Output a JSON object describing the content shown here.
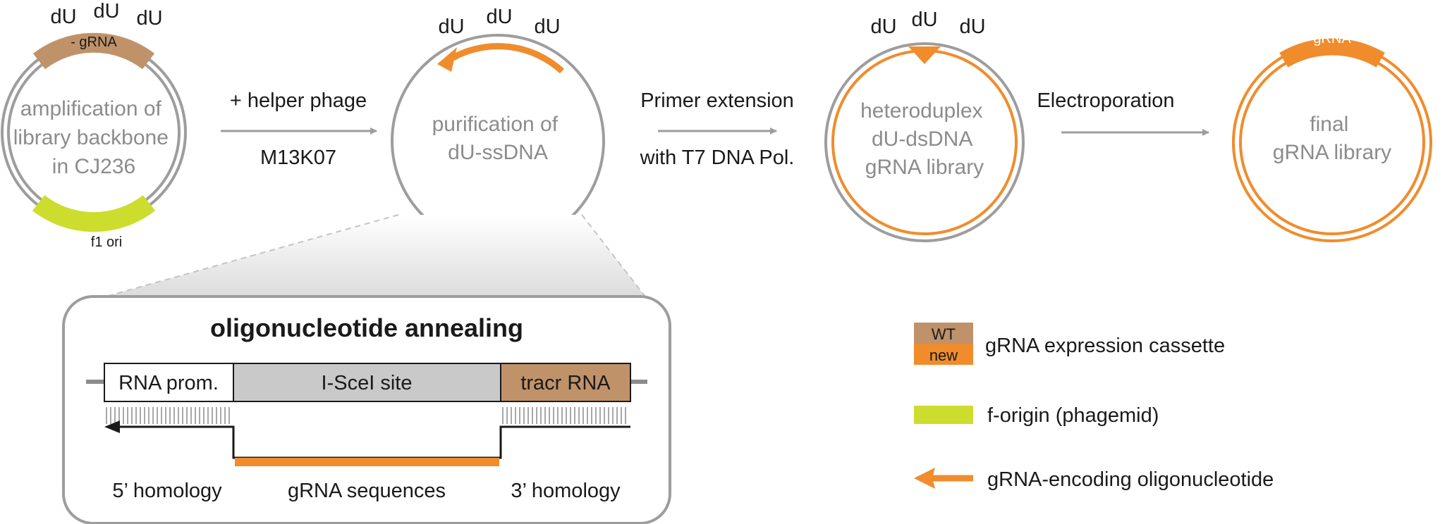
{
  "colors": {
    "backbone_gray": "#9d9d9d",
    "gRNA_wt_brown": "#c0926a",
    "gRNA_new_orange": "#f08c2c",
    "f1_ori_yellow": "#cddd2e",
    "iscei_gray": "#c9c9c9",
    "label_gray": "#8c8c8c",
    "text_dark": "#1a1a1a"
  },
  "plasmid1": {
    "du_labels": [
      "dU",
      "dU",
      "dU"
    ],
    "grna_segment_label": "- gRNA",
    "ori_segment_label": "f1 ori",
    "text_lines": [
      "amplification of",
      "library backbone",
      "in CJ236"
    ]
  },
  "step1": {
    "top": "+ helper phage",
    "bottom": "M13K07"
  },
  "plasmid2": {
    "du_labels": [
      "dU",
      "dU",
      "dU"
    ],
    "text_lines": [
      "purification of",
      "dU-ssDNA"
    ]
  },
  "step2": {
    "top": "Primer extension",
    "bottom": "with T7 DNA Pol."
  },
  "plasmid3": {
    "du_labels": [
      "dU",
      "dU",
      "dU"
    ],
    "text_lines": [
      "heteroduplex",
      "dU-dsDNA",
      "gRNA library"
    ]
  },
  "step3": {
    "top": "Electroporation"
  },
  "plasmid4": {
    "grna_segment_label": "gRNA",
    "text_lines": [
      "final",
      "gRNA library"
    ]
  },
  "inset": {
    "title": "oligonucleotide annealing",
    "boxes": {
      "promoter": "RNA prom.",
      "iscei": "I-SceI site",
      "tracr": "tracr RNA"
    },
    "bottom_labels": {
      "five_prime": "5’ homology",
      "middle": "gRNA sequences",
      "three_prime": "3’ homology"
    }
  },
  "legend": {
    "cassette_wt": "WT",
    "cassette_new": "new",
    "cassette_label": "gRNA expression cassette",
    "origin_label": "f-origin (phagemid)",
    "oligo_label": "gRNA-encoding oligonucleotide"
  }
}
